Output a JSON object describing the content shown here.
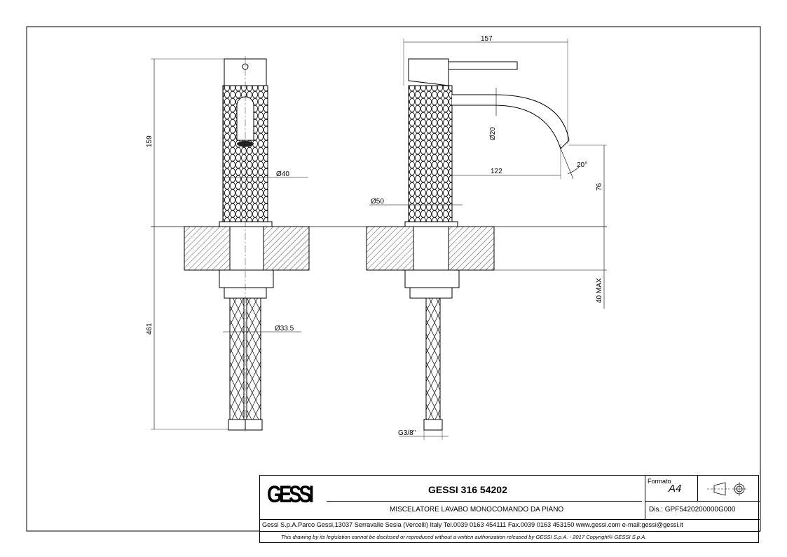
{
  "dimensions": {
    "front_height_upper": "159",
    "front_height_lower": "461",
    "body_diameter": "40",
    "hose_diameter": "33.5",
    "overall_length": "157",
    "spout_diameter": "20",
    "spout_angle": "20°",
    "spout_reach": "122",
    "base_diameter": "50",
    "spout_height": "76",
    "max_counter_thickness": "40 MAX",
    "thread": "G3/8\""
  },
  "diameter_symbol": "Ø",
  "title_block": {
    "logo": "GESSI",
    "title": "GESSI 316 54202",
    "description": "MISCELATORE LAVABO MONOCOMANDO DA PIANO",
    "formato_label": "Formato",
    "formato_value": "A4",
    "drawing_number": "Dis.: GPF5420200000G000",
    "company_info": "Gessi S.p.A.Parco Gessi,13037 Serravalle Sesia (Vercelli) Italy Tel.0039 0163 454111 Fax.0039 0163 453150 www.gessi.com e-mail:gessi@gessi.it",
    "copyright": "This drawing by its legislation cannot be disclosed or reproduced without a written authorization released by GESSI S.p.A. - 2017 Copyright© GESSI S.p.A."
  }
}
